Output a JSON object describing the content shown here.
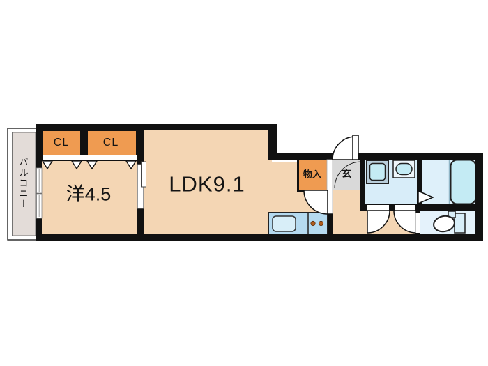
{
  "floorplan": {
    "rooms": {
      "balcony": {
        "label": "バルコニー"
      },
      "western_room": {
        "label": "洋4.5"
      },
      "closet_left": {
        "label": "CL"
      },
      "closet_right": {
        "label": "CL"
      },
      "ldk": {
        "label": "LDK9.1"
      },
      "storage": {
        "label": "物入"
      },
      "entrance": {
        "label": "玄"
      }
    },
    "colors": {
      "wall": "#111111",
      "floor_peach": "#f4d6b4",
      "closet_orange": "#ef9b51",
      "balcony_gray": "#e3dcd8",
      "entrance_gray": "#d9d9d9",
      "washroom_blue": "#d8edf9",
      "bathroom_blue": "#def0fa",
      "toilet_blue": "#e4f2fb",
      "fixture_blue": "#c4ebf4",
      "counter_blue": "#b5daf0",
      "sink_light_blue": "#d8eef8",
      "washer_frame_blue": "#b9cedb",
      "burner_brown": "#b05b1d",
      "door_white": "#ffffff"
    }
  }
}
